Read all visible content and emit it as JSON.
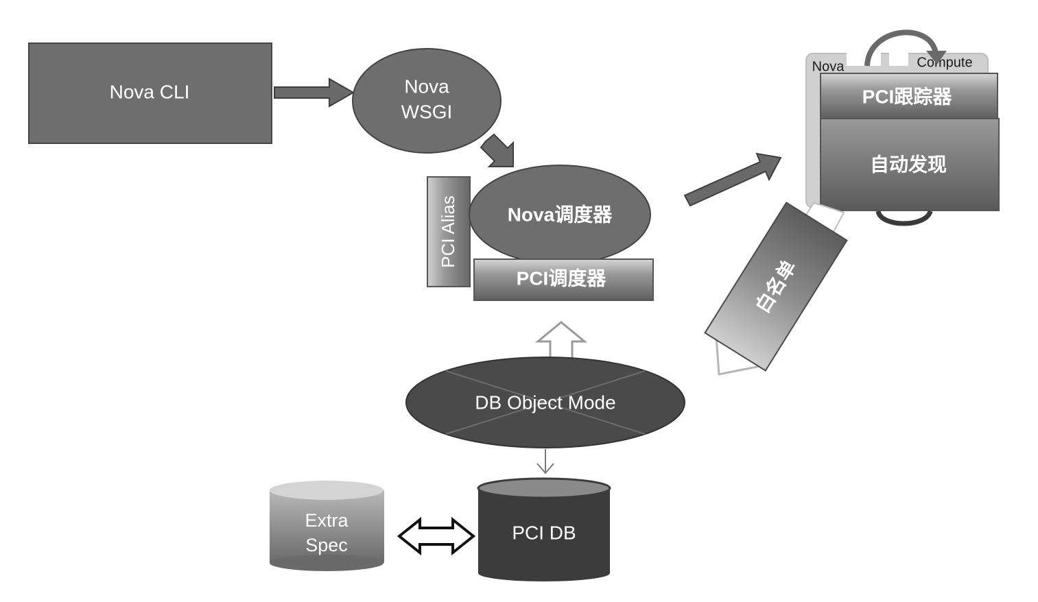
{
  "nodes": {
    "nova_cli": "Nova CLI",
    "nova_wsgi_line1": "Nova",
    "nova_wsgi_line2": "WSGI",
    "nova_scheduler": "Nova调度器",
    "pci_alias": "PCI Alias",
    "pci_scheduler": "PCI调度器",
    "db_object_mode": "DB Object Mode",
    "pci_db": "PCI DB",
    "extra_spec_line1": "Extra",
    "extra_spec_line2": "Spec",
    "compute_nova": "Nova",
    "compute_label": "Compute",
    "pci_tracker": "PCI跟踪器",
    "auto_discovery": "自动发现",
    "whitelist": "白名单"
  }
}
